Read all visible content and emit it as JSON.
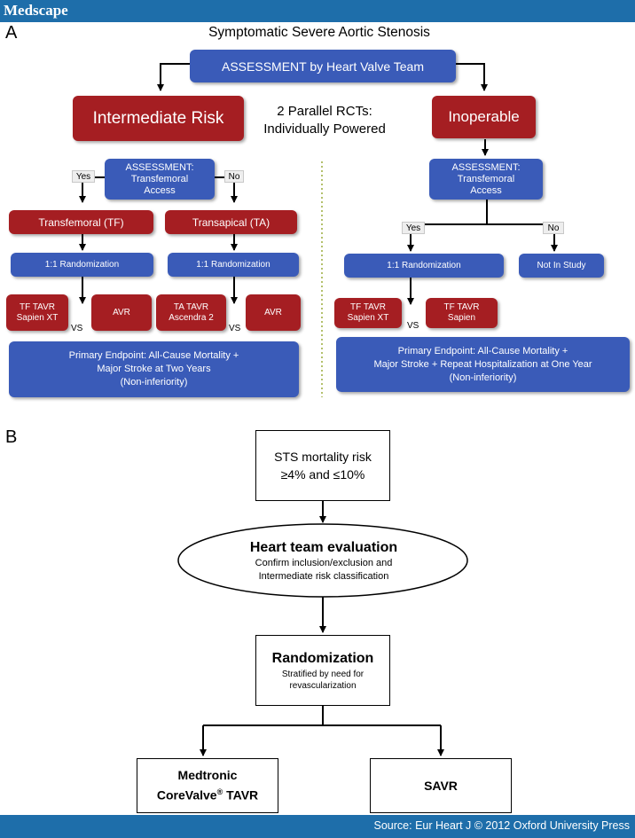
{
  "header": {
    "logo": "Medscape"
  },
  "footer": {
    "source": "Source: Eur Heart J © 2012 Oxford University Press"
  },
  "panel_a": {
    "label": "A",
    "title": "Symptomatic Severe Aortic Stenosis",
    "assessment_team": "ASSESSMENT by Heart Valve Team",
    "intermediate_risk": "Intermediate Risk",
    "parallel_rcts_line1": "2 Parallel RCTs:",
    "parallel_rcts_line2": "Individually Powered",
    "inoperable": "Inoperable",
    "left": {
      "assessment_line1": "ASSESSMENT:",
      "assessment_line2": "Transfemoral",
      "assessment_line3": "Access",
      "yes": "Yes",
      "no": "No",
      "transfemoral": "Transfemoral (TF)",
      "transapical": "Transapical (TA)",
      "randomization_tf": "1:1 Randomization",
      "randomization_ta": "1:1 Randomization",
      "tf_tavr_line1": "TF TAVR",
      "tf_tavr_line2": "Sapien XT",
      "avr1": "AVR",
      "ta_tavr_line1": "TA TAVR",
      "ta_tavr_line2": "Ascendra 2",
      "avr2": "AVR",
      "vs1": "VS",
      "vs2": "VS",
      "endpoint_line1": "Primary Endpoint: All-Cause Mortality +",
      "endpoint_line2": "Major Stroke at Two Years",
      "endpoint_line3": "(Non-inferiority)"
    },
    "right": {
      "assessment_line1": "ASSESSMENT:",
      "assessment_line2": "Transfemoral",
      "assessment_line3": "Access",
      "yes": "Yes",
      "no": "No",
      "randomization": "1:1 Randomization",
      "not_in_study": "Not In Study",
      "tf_tavr_xt_line1": "TF TAVR",
      "tf_tavr_xt_line2": "Sapien XT",
      "tf_tavr_line1": "TF TAVR",
      "tf_tavr_line2": "Sapien",
      "vs": "VS",
      "endpoint_line1": "Primary Endpoint: All-Cause Mortality +",
      "endpoint_line2": "Major Stroke + Repeat Hospitalization at One Year",
      "endpoint_line3": "(Non-inferiority)"
    }
  },
  "panel_b": {
    "label": "B",
    "sts_line1": "STS mortality risk",
    "sts_line2": "≥4% and ≤10%",
    "heart_team_title": "Heart  team evaluation",
    "heart_team_line1": "Confirm inclusion/exclusion and",
    "heart_team_line2": "Intermediate risk classification",
    "randomization_title": "Randomization",
    "randomization_line1": "Stratified by need for",
    "randomization_line2": "revascularization",
    "medtronic_line1": "Medtronic",
    "medtronic_line2_a": "CoreValve",
    "medtronic_line2_sup": "®",
    "medtronic_line2_b": " TAVR",
    "savr": "SAVR"
  },
  "colors": {
    "header": "#1e6eaa",
    "box_blue": "#3a5bb8",
    "box_red": "#a51e22",
    "divider": "#9aab3a"
  }
}
